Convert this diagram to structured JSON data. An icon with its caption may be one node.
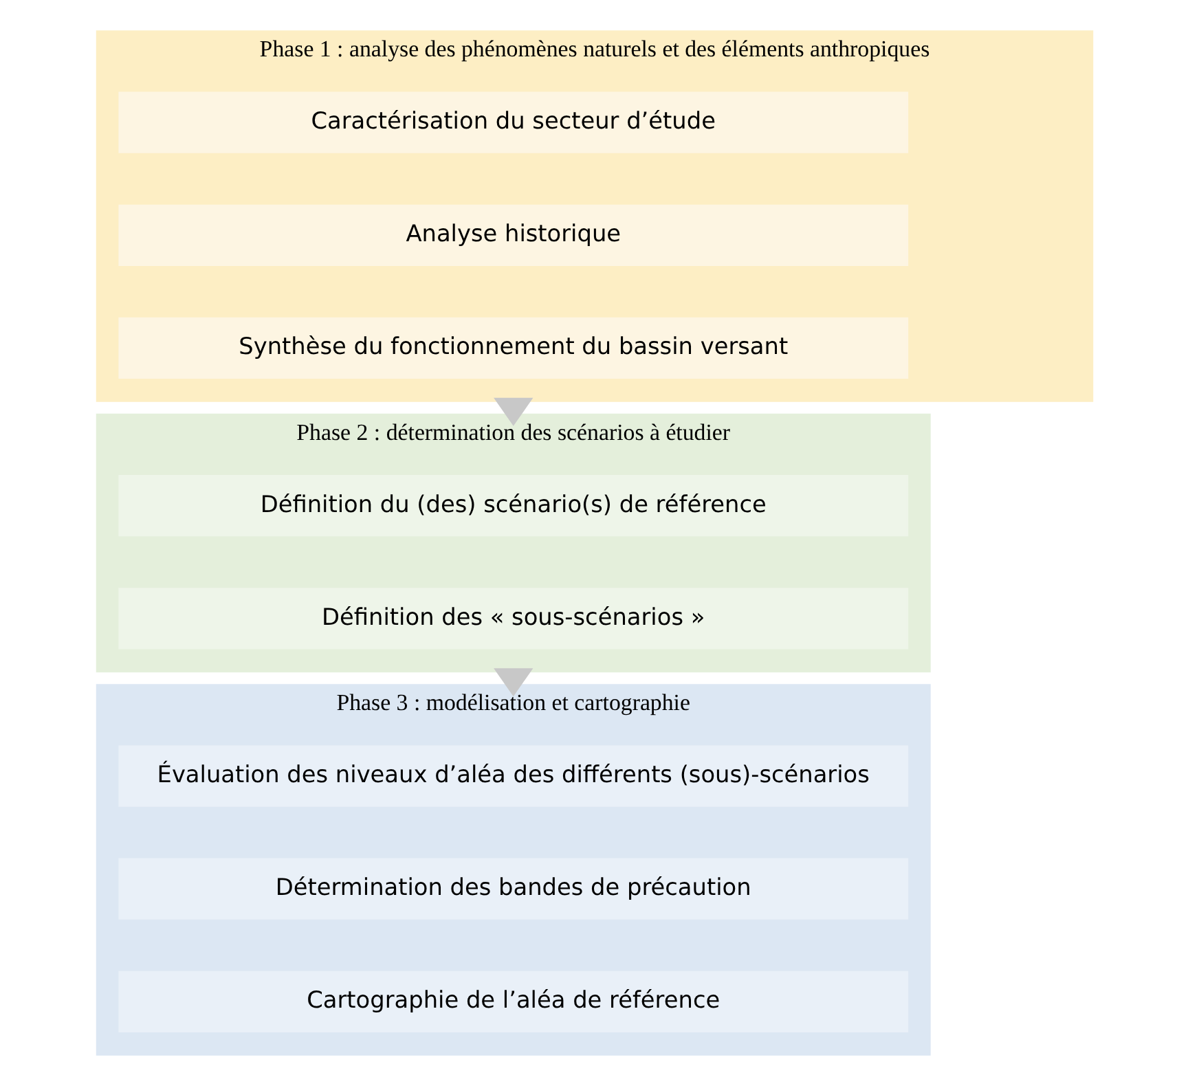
{
  "diagram": {
    "nodes": [
      {
        "text": [
          "Phase 1 : analyse des phénomènes naturels et des éléments anthropiques"
        ]
      },
      {
        "text": [
          "Caractérisation du secteur d’étude"
        ],
        "in": 0
      },
      {
        "text": [
          "Analyse historique"
        ],
        "in": 0
      },
      {
        "text": [
          "Synthèse du fonctionnement du bassin versant"
        ],
        "in": 0
      },
      {
        "text": [
          "Phase 2 : détermination des scénarios à étudier"
        ]
      },
      {
        "text": [
          "Définition du (des) scénario(s) de référence"
        ],
        "in": 4
      },
      {
        "text": [
          "Définition des « sous-scénarios »"
        ],
        "in": 4
      },
      {
        "text": [
          "Phase 3 : modélisation et cartographie"
        ]
      },
      {
        "text": [
          "Évaluation des niveaux d’aléa des différents (sous)-scénarios"
        ],
        "in": 7
      },
      {
        "text": [
          "Détermination des bandes de précaution"
        ],
        "in": 7
      },
      {
        "text": [
          "Cartographie de l’aléa de référence"
        ],
        "in": 7
      }
    ],
    "edges": [
      {
        "from": 0,
        "to": 4,
        "arrow": "to"
      },
      {
        "from": 4,
        "to": 7,
        "arrow": "to"
      }
    ]
  }
}
